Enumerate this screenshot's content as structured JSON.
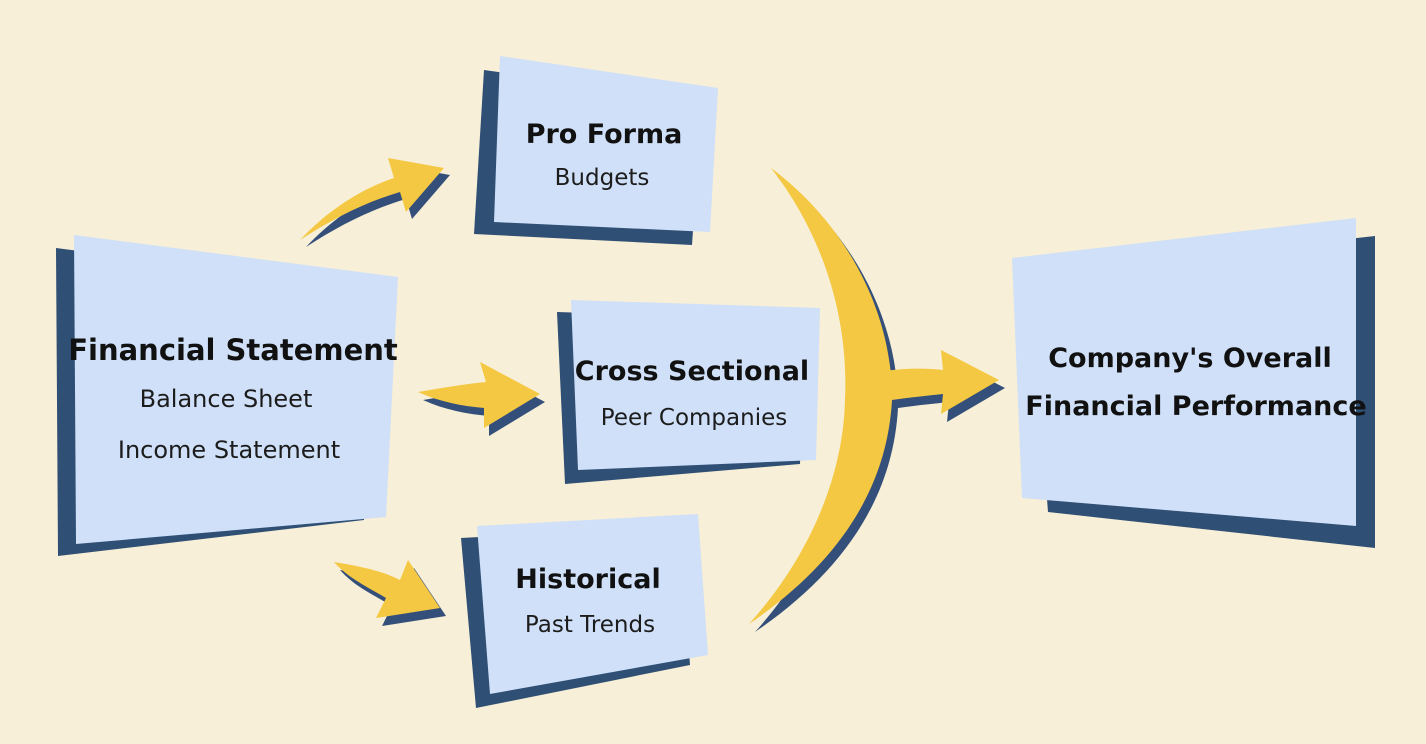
{
  "colors": {
    "background": "#f7efd7",
    "box_fill": "#cfe0f8",
    "box_shadow": "#2f4f75",
    "arrow_fill": "#f4c842",
    "arrow_shadow": "#34507a"
  },
  "nodes": {
    "financial_statement": {
      "title": "Financial Statement",
      "lines": [
        "Balance Sheet",
        "Income Statement"
      ]
    },
    "pro_forma": {
      "title": "Pro Forma",
      "lines": [
        "Budgets"
      ]
    },
    "cross_sectional": {
      "title": "Cross Sectional",
      "lines": [
        "Peer Companies"
      ]
    },
    "historical": {
      "title": "Historical",
      "lines": [
        "Past Trends"
      ]
    },
    "overall": {
      "title_lines": [
        "Company's Overall",
        "Financial Performance"
      ]
    }
  },
  "connectors": [
    {
      "from": "financial_statement",
      "to": "pro_forma"
    },
    {
      "from": "financial_statement",
      "to": "cross_sectional"
    },
    {
      "from": "financial_statement",
      "to": "historical"
    },
    {
      "from": "pro_forma, cross_sectional, historical",
      "to": "overall"
    }
  ]
}
